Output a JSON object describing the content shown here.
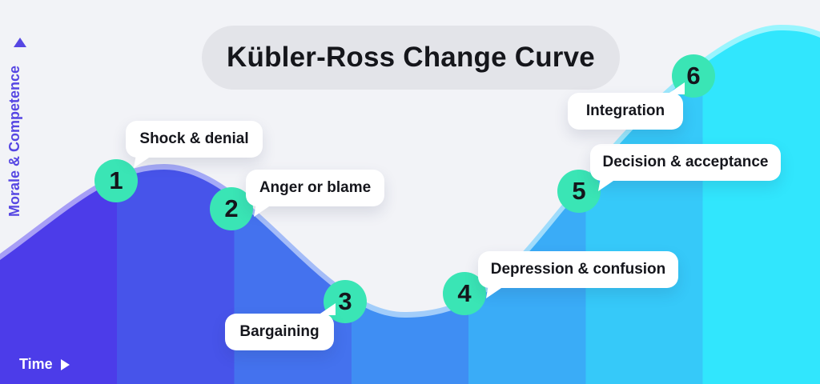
{
  "title": "Kübler-Ross Change Curve",
  "axes": {
    "y_label": "Morale & Competence",
    "x_label": "Time"
  },
  "stages": [
    {
      "number": "1",
      "label": "Shock & denial"
    },
    {
      "number": "2",
      "label": "Anger or blame"
    },
    {
      "number": "3",
      "label": "Bargaining"
    },
    {
      "number": "4",
      "label": "Depression & confusion"
    },
    {
      "number": "5",
      "label": "Decision & acceptance"
    },
    {
      "number": "6",
      "label": "Integration"
    }
  ],
  "colors": {
    "background": "#f2f3f7",
    "title_pill": "#e3e4e9",
    "axis_purple": "#5646e3",
    "marker_teal": "#3ae5b5",
    "callout_bg": "#ffffff",
    "text_dark": "#15161c",
    "curve_bands": [
      "#4c3ce9",
      "#4754ea",
      "#4472ee",
      "#3f8ef3",
      "#3aacf7",
      "#36c9f9",
      "#31e6fd"
    ],
    "curve_edge_bands": [
      "#a79ef6",
      "#a5aaf7",
      "#a4bcf8",
      "#a2cdfa",
      "#9fdcfc",
      "#9ce9fd",
      "#99f5fe"
    ]
  },
  "chart_data": {
    "type": "area",
    "title": "Kübler-Ross Change Curve",
    "xlabel": "Time",
    "ylabel": "Morale & Competence",
    "legend_position": "none",
    "grid": false,
    "points": [
      {
        "stage": 1,
        "label": "Shock & denial",
        "time": 0.14,
        "morale": 0.53
      },
      {
        "stage": 2,
        "label": "Anger or blame",
        "time": 0.28,
        "morale": 0.46
      },
      {
        "stage": 3,
        "label": "Bargaining",
        "time": 0.42,
        "morale": 0.21
      },
      {
        "stage": 4,
        "label": "Depression & confusion",
        "time": 0.57,
        "morale": 0.24
      },
      {
        "stage": 5,
        "label": "Decision & acceptance",
        "time": 0.71,
        "morale": 0.5
      },
      {
        "stage": 6,
        "label": "Integration",
        "time": 0.85,
        "morale": 0.8
      }
    ],
    "shape": "rises to first peak (shock), dips to trough (bargaining/depression), then climbs to highest peak (integration)"
  }
}
